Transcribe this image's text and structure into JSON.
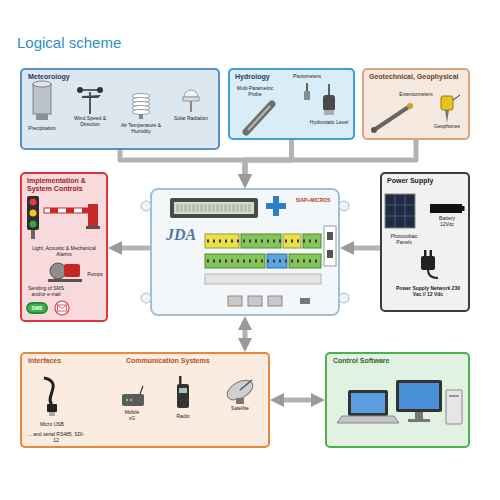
{
  "diagram": {
    "title": "Logical scheme",
    "nodes": [
      {
        "text": [
          "Meteorology",
          "Precipitation",
          "Wind Speed & Direction",
          "Air Temperature & Humidity",
          "Solar Radiation"
        ]
      },
      {
        "text": [
          "Hydrology",
          "Piezometers",
          "Multi-Parametric Probe",
          "Hydrostatic Level"
        ]
      },
      {
        "text": [
          "Geotechnical, Geophysical",
          "Extensometers",
          "Geophones"
        ]
      },
      {
        "text": [
          "Implementation & System Controls",
          "Light, Acoustic & Mechanical Alarms",
          "Pumps",
          "Sending of SMS and/or e-mail"
        ]
      },
      {
        "text": [
          "SMS"
        ],
        "in": 3
      },
      {
        "text": [
          "JDA",
          "SIAP+MICROS"
        ]
      },
      {
        "text": [
          "Power Supply",
          "Photovoltaic Panels",
          "Battery 12Vdc",
          "Power Supply Network 230 Vac // 12 Vdc"
        ]
      },
      {
        "text": [
          "Interfaces",
          "Communication Systems",
          "Micro USB",
          "... and serial RS485, SDI-12",
          "Mobile xG",
          "Radio",
          "Satellite"
        ]
      },
      {
        "text": [
          "Control Software"
        ]
      }
    ],
    "edges": [
      {
        "from": 0,
        "to": 5,
        "arrow": "to"
      },
      {
        "from": 1,
        "to": 5,
        "arrow": "to"
      },
      {
        "from": 2,
        "to": 5,
        "arrow": "to"
      },
      {
        "from": 5,
        "to": 3,
        "arrow": "to"
      },
      {
        "from": 6,
        "to": 5,
        "arrow": "to"
      },
      {
        "from": 5,
        "to": 7,
        "arrow": "both"
      },
      {
        "from": 7,
        "to": 8,
        "arrow": "both"
      }
    ]
  }
}
